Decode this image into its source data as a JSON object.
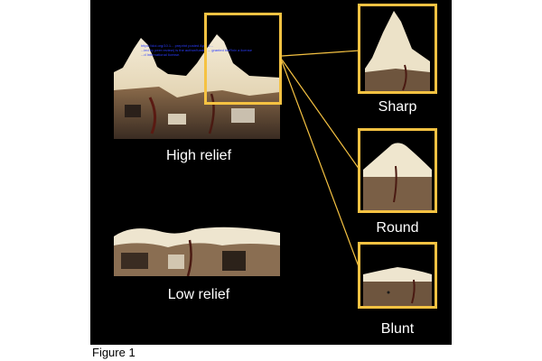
{
  "figure": {
    "caption": "Figure 1",
    "labels": {
      "high_relief": "High relief",
      "low_relief": "Low relief",
      "sharp": "Sharp",
      "round": "Round",
      "blunt": "Blunt"
    },
    "overlay_text": {
      "line1": "https://doi.org/10.1... preprint posted April 2...",
      "line2": "...ied by peer review) is the author/funder ... granted bioRxiv a license",
      "line3": "...d International license."
    },
    "colors": {
      "background": "#000000",
      "frame": "#f5c242",
      "label_text": "#ffffff",
      "overlay_text": "#2a3cff"
    }
  }
}
